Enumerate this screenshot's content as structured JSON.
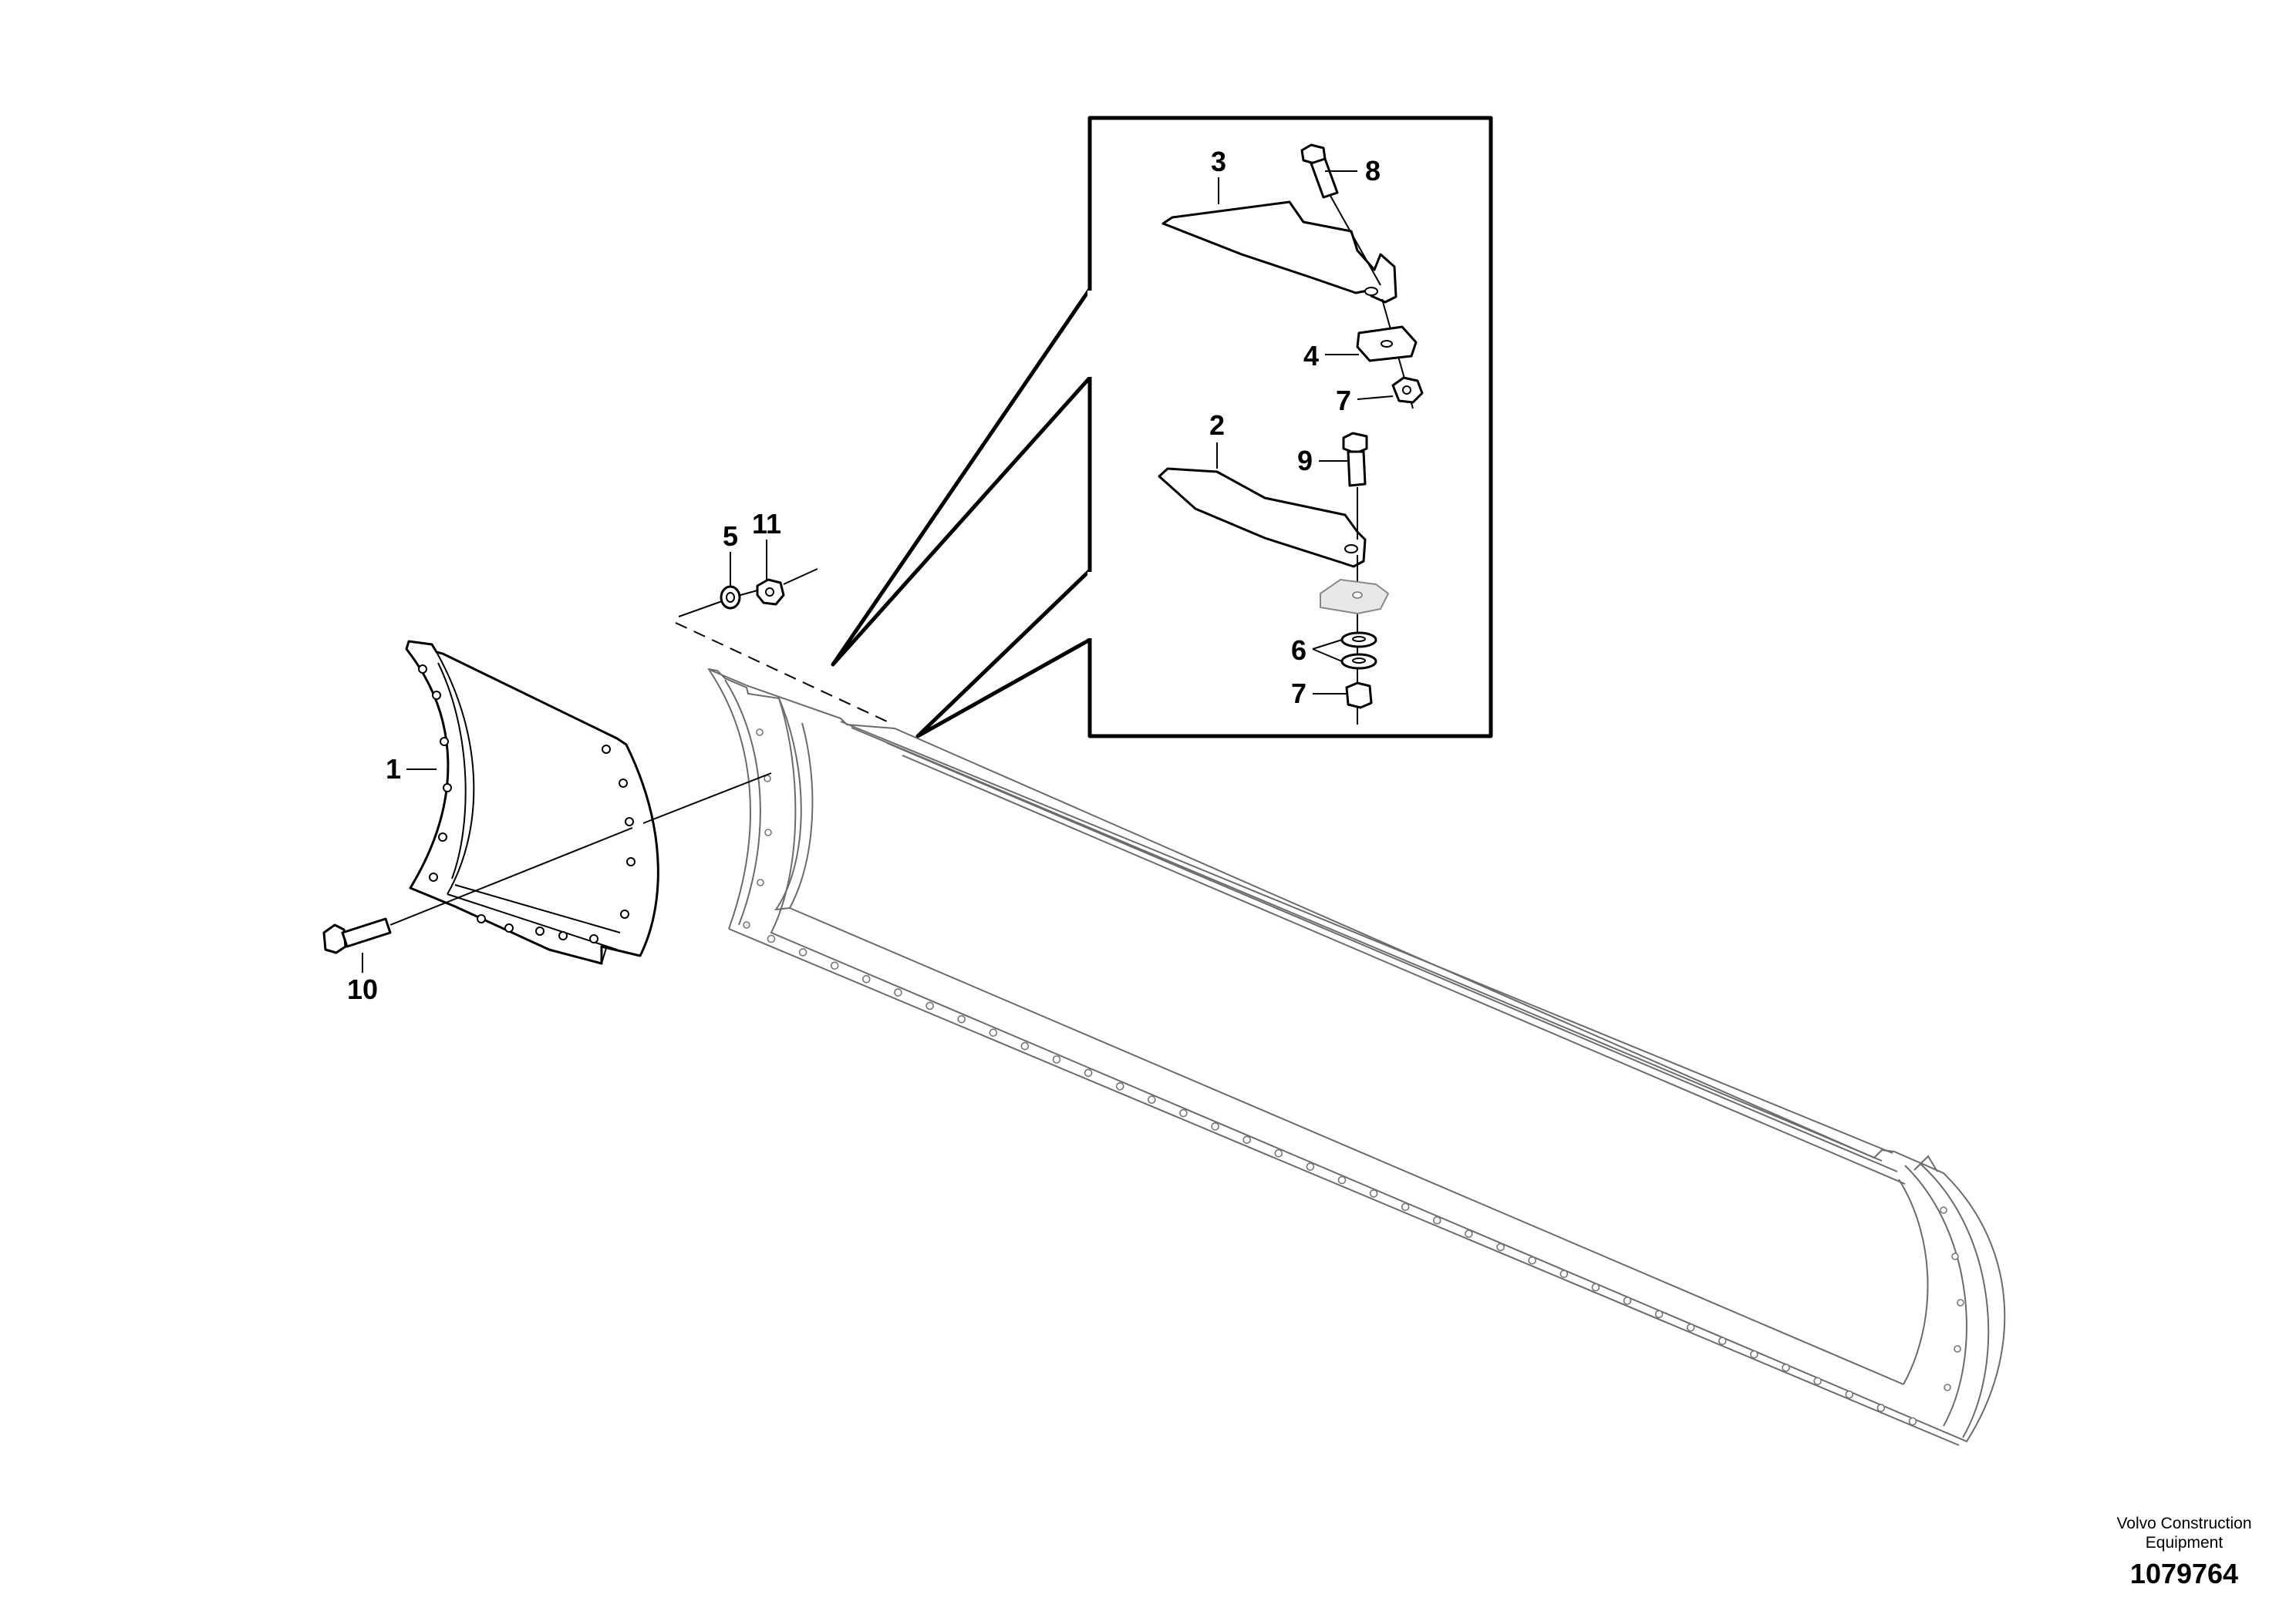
{
  "callouts": [
    {
      "id": "1",
      "label": "1"
    },
    {
      "id": "2",
      "label": "2"
    },
    {
      "id": "3",
      "label": "3"
    },
    {
      "id": "4",
      "label": "4"
    },
    {
      "id": "5",
      "label": "5"
    },
    {
      "id": "6",
      "label": "6"
    },
    {
      "id": "7a",
      "label": "7"
    },
    {
      "id": "7b",
      "label": "7"
    },
    {
      "id": "8",
      "label": "8"
    },
    {
      "id": "9",
      "label": "9"
    },
    {
      "id": "10",
      "label": "10"
    },
    {
      "id": "11",
      "label": "11"
    }
  ],
  "footer": {
    "brand_line1": "Volvo Construction",
    "brand_line2": "Equipment",
    "part_number": "1079764"
  }
}
